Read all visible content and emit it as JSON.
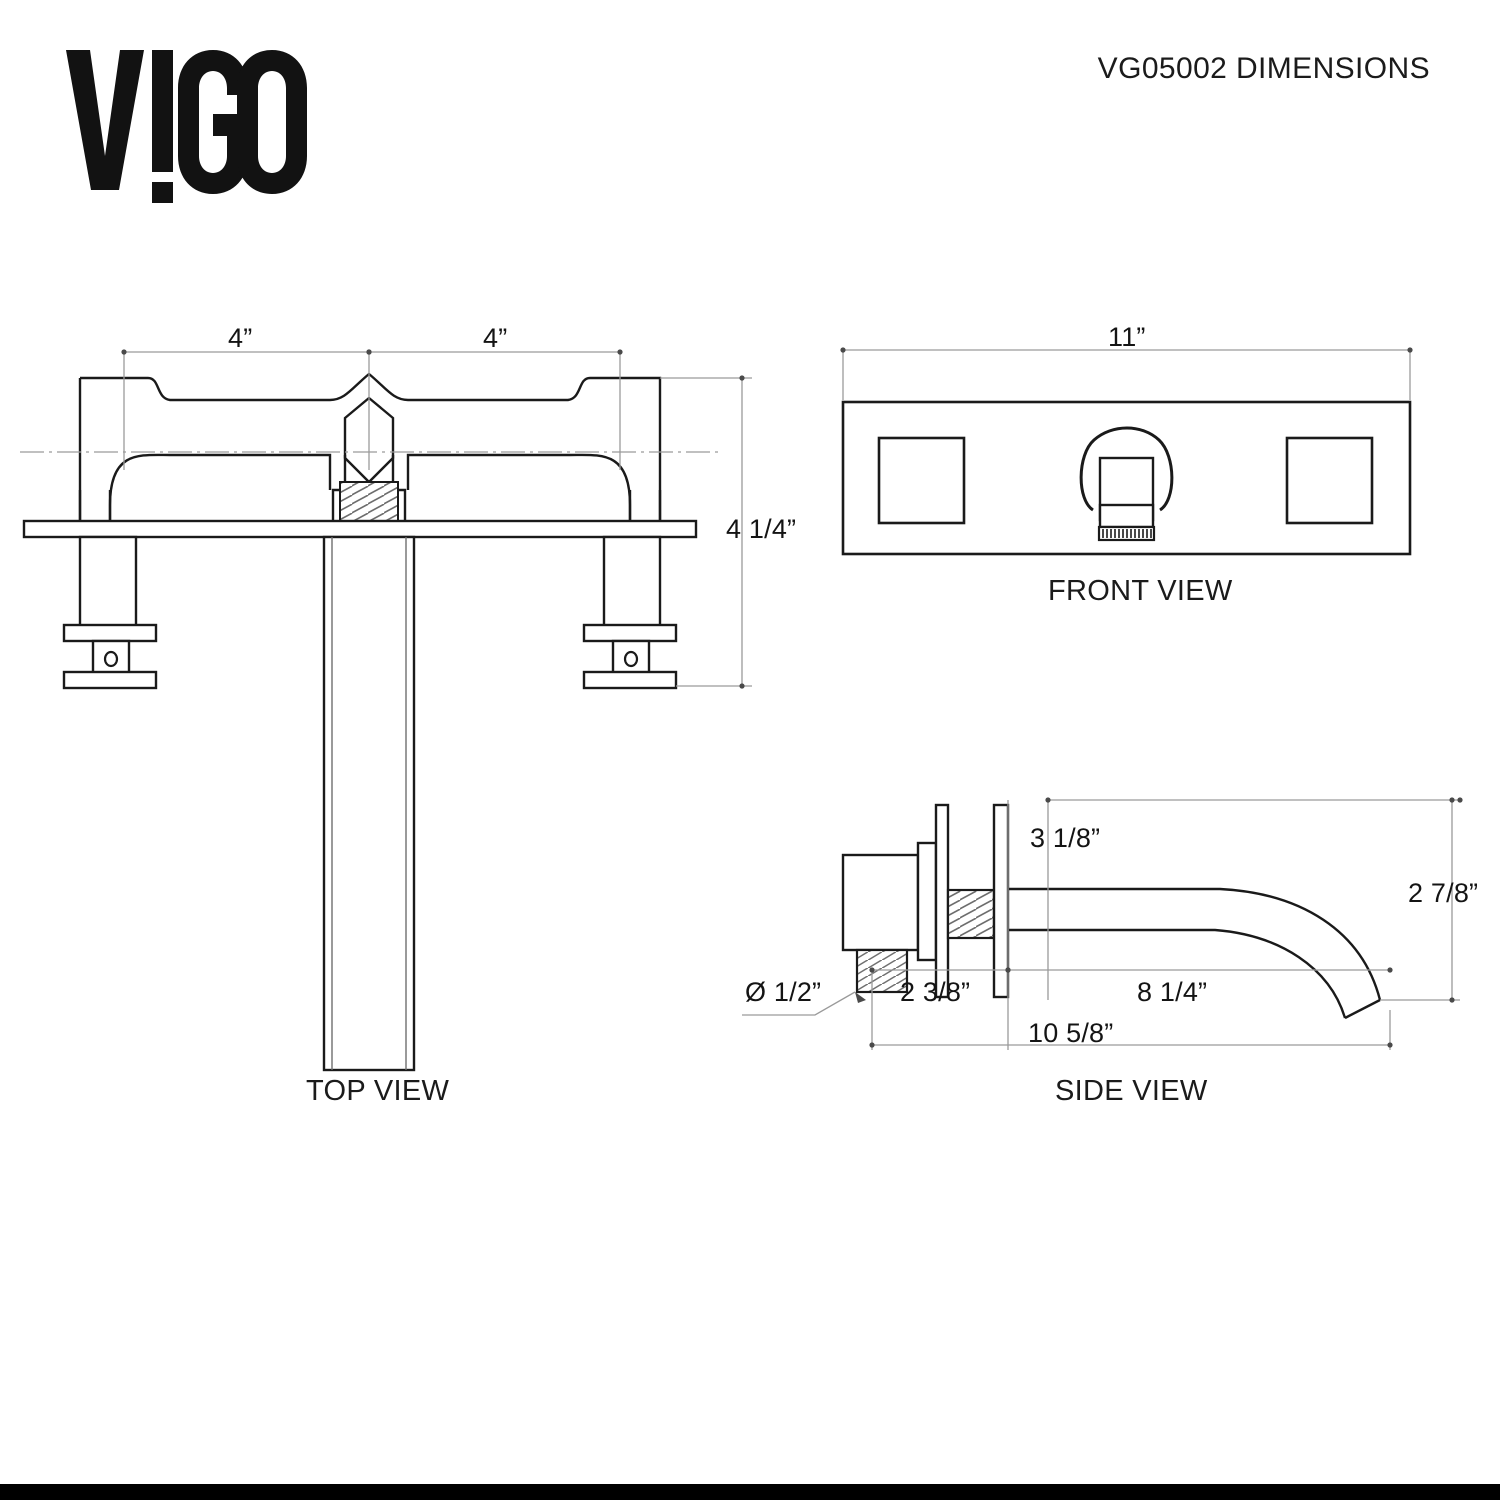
{
  "page": {
    "title": "VG05002 DIMENSIONS",
    "brand": "VIGO",
    "background_color": "#ffffff",
    "line_color": "#1a1a1a",
    "dim_line_color": "#9a9a9a",
    "footer_color": "#000000"
  },
  "views": [
    {
      "id": "top",
      "caption": "TOP VIEW"
    },
    {
      "id": "front",
      "caption": "FRONT VIEW"
    },
    {
      "id": "side",
      "caption": "SIDE VIEW"
    }
  ],
  "dimensions": {
    "top_left_spread": "4”",
    "top_right_spread": "4”",
    "top_height": "4 1/4”",
    "front_width": "11”",
    "side_escutcheon_offset": "3 1/8”",
    "side_spout_drop": "2 7/8”",
    "side_wall_to_plate": "2 3/8”",
    "side_spout_reach": "8 1/4”",
    "side_total_reach": "10 5/8”",
    "side_inlet_diameter": "Ø 1/2”"
  }
}
